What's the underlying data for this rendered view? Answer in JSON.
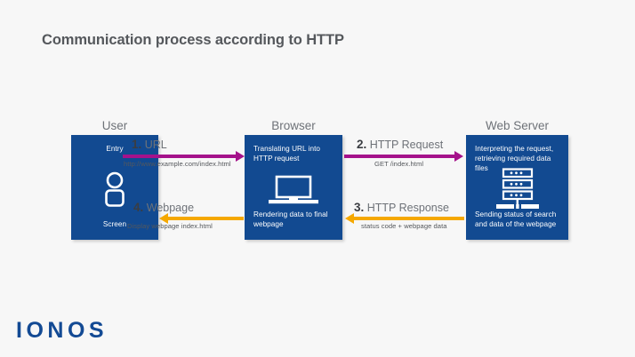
{
  "page": {
    "title": "Communication process according to HTTP",
    "logo": "IONOS",
    "background_color": "#f7f7f7",
    "brand_color": "#134a94"
  },
  "colors": {
    "node_blue": "#124a91",
    "arrow_magenta": "#a5128b",
    "arrow_amber": "#f5a800",
    "title_gray": "#55585c",
    "header_gray": "#6e7278"
  },
  "nodes": [
    {
      "id": "user",
      "header": "User",
      "top_text": "Entry",
      "bottom_text": "Screen",
      "icon": "person-icon"
    },
    {
      "id": "browser",
      "header": "Browser",
      "top_text": "Translating URL into HTTP request",
      "bottom_text": "Rendering data to final webpage",
      "icon": "laptop-icon"
    },
    {
      "id": "server",
      "header": "Web Server",
      "top_text": "Interpreting the request, retrieving required data files",
      "bottom_text": "Sending status of search and data of the webpage",
      "icon": "server-rack-icon"
    }
  ],
  "arrows": [
    {
      "id": "url",
      "number": "1.",
      "label": "URL",
      "sublabel": "http://www.example.com/index.html",
      "color": "#a5128b",
      "direction": "right"
    },
    {
      "id": "http-request",
      "number": "2.",
      "label": "HTTP Request",
      "sublabel": "GET /index.html",
      "color": "#a5128b",
      "direction": "right"
    },
    {
      "id": "http-response",
      "number": "3.",
      "label": "HTTP Response",
      "sublabel": "status code + webpage data",
      "color": "#f5a800",
      "direction": "left"
    },
    {
      "id": "webpage",
      "number": "4.",
      "label": "Webpage",
      "sublabel": "Display webpage index.html",
      "color": "#f5a800",
      "direction": "left"
    }
  ]
}
